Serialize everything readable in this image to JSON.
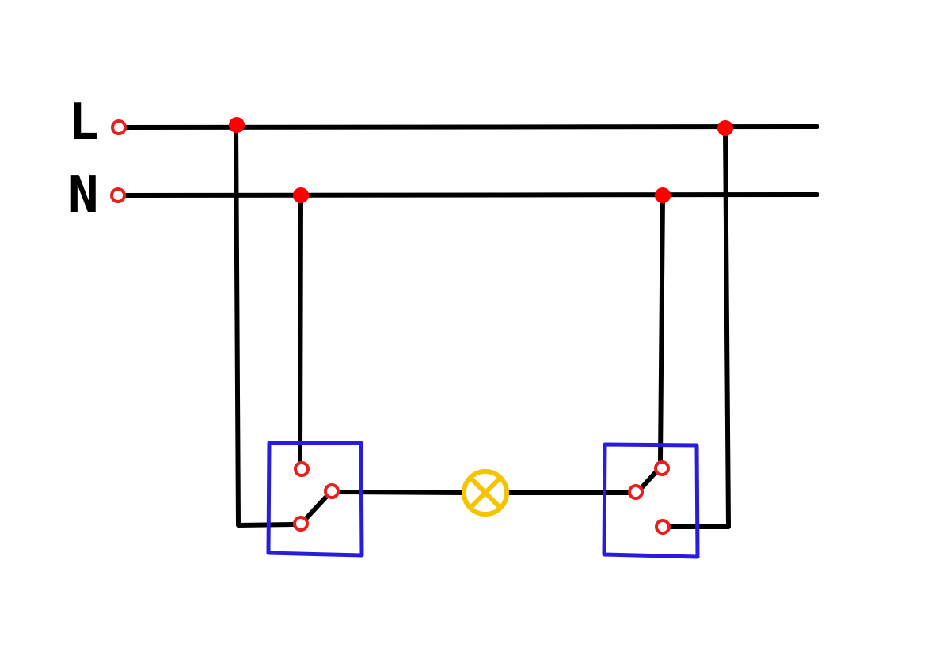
{
  "labels": {
    "live": "L",
    "neutral": "N"
  },
  "colors": {
    "wire": "#000000",
    "junction": "#ff0000",
    "terminal": "#e8201c",
    "switch_box": "#2a1be0",
    "lamp": "#f5c400",
    "background": "#ffffff"
  },
  "components": {
    "switches": [
      "two-way-switch",
      "two-way-switch"
    ],
    "lamp": "lamp-symbol"
  }
}
